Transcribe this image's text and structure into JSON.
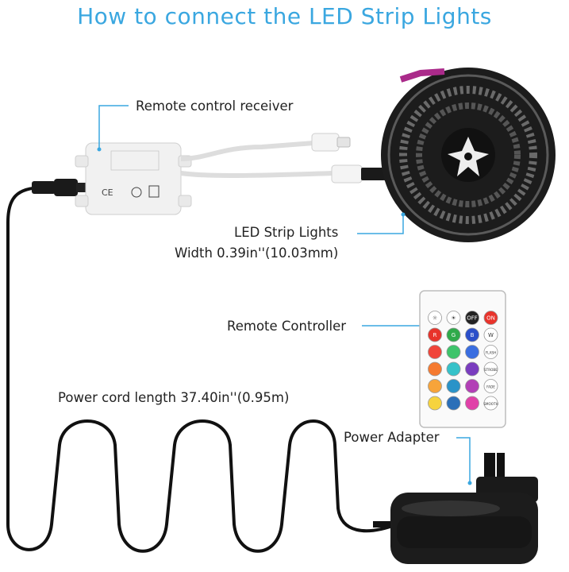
{
  "title": "How to connect the LED Strip Lights",
  "labels": {
    "receiver": "Remote control receiver",
    "strip_name": "LED Strip Lights",
    "strip_width": "Width 0.39in''(10.03mm)",
    "remote": "Remote Controller",
    "cord": "Power cord length 37.40in''(0.95m)",
    "adapter": "Power Adapter"
  },
  "remote_buttons": [
    [
      "☼",
      "☀",
      "OFF",
      "ON"
    ],
    [
      "R",
      "G",
      "B",
      "W"
    ],
    [
      "",
      "",
      "",
      "FLASH"
    ],
    [
      "",
      "",
      "",
      "STROBE"
    ],
    [
      "",
      "",
      "",
      "FADE"
    ],
    [
      "",
      "",
      "",
      "SMOOTH"
    ]
  ],
  "remote_colors": [
    [
      "#ffffff",
      "#ffffff",
      "#222222",
      "#e8332b"
    ],
    [
      "#e8332b",
      "#2faa4a",
      "#2b4fc9",
      "#ffffff"
    ],
    [
      "#f0453a",
      "#3ec46b",
      "#3a6ee0",
      "#ffffff"
    ],
    [
      "#f57a30",
      "#36c2c9",
      "#7a3dbf",
      "#ffffff"
    ],
    [
      "#f7a43a",
      "#2a93c8",
      "#b240b6",
      "#ffffff"
    ],
    [
      "#f6d33e",
      "#2b6fb8",
      "#e041a8",
      "#ffffff"
    ]
  ],
  "accent_color": "#3aa7e0",
  "icons": [
    "receiver-box",
    "led-reel",
    "remote",
    "power-adapter"
  ]
}
